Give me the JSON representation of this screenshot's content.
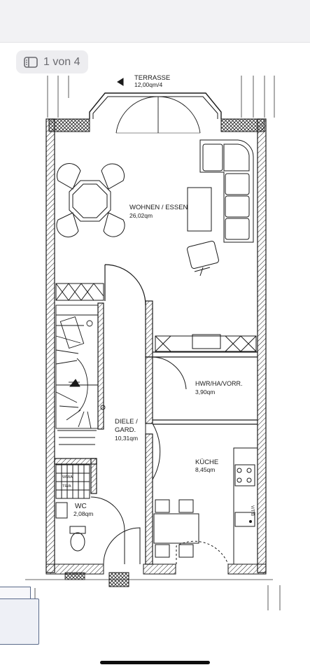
{
  "viewer": {
    "page_indicator": "1 von 4",
    "page_icon": "sidebar-page-icon"
  },
  "floorplan": {
    "rooms": {
      "terrasse": {
        "name": "TERRASSE",
        "area": "12,00qm/4"
      },
      "wohnen": {
        "name": "WOHNEN / ESSEN",
        "area": "26,02qm"
      },
      "hwr": {
        "name": "HWR/HA/VORR.",
        "area": "3,90qm"
      },
      "diele": {
        "name_line1": "DIELE /",
        "name_line2": "GARD.",
        "area": "10,31qm"
      },
      "kueche": {
        "name": "KÜCHE",
        "area": "8,45qm"
      },
      "wc": {
        "name": "WC",
        "area": "2,08qm"
      }
    },
    "small_labels": {
      "wma": "WM/A",
      "tra": "TR/A",
      "vtb": "V/T/B"
    }
  },
  "colors": {
    "accent_line": "#1a1a1a",
    "badge_bg": "#ededf0",
    "badge_text": "#6b6b70"
  }
}
